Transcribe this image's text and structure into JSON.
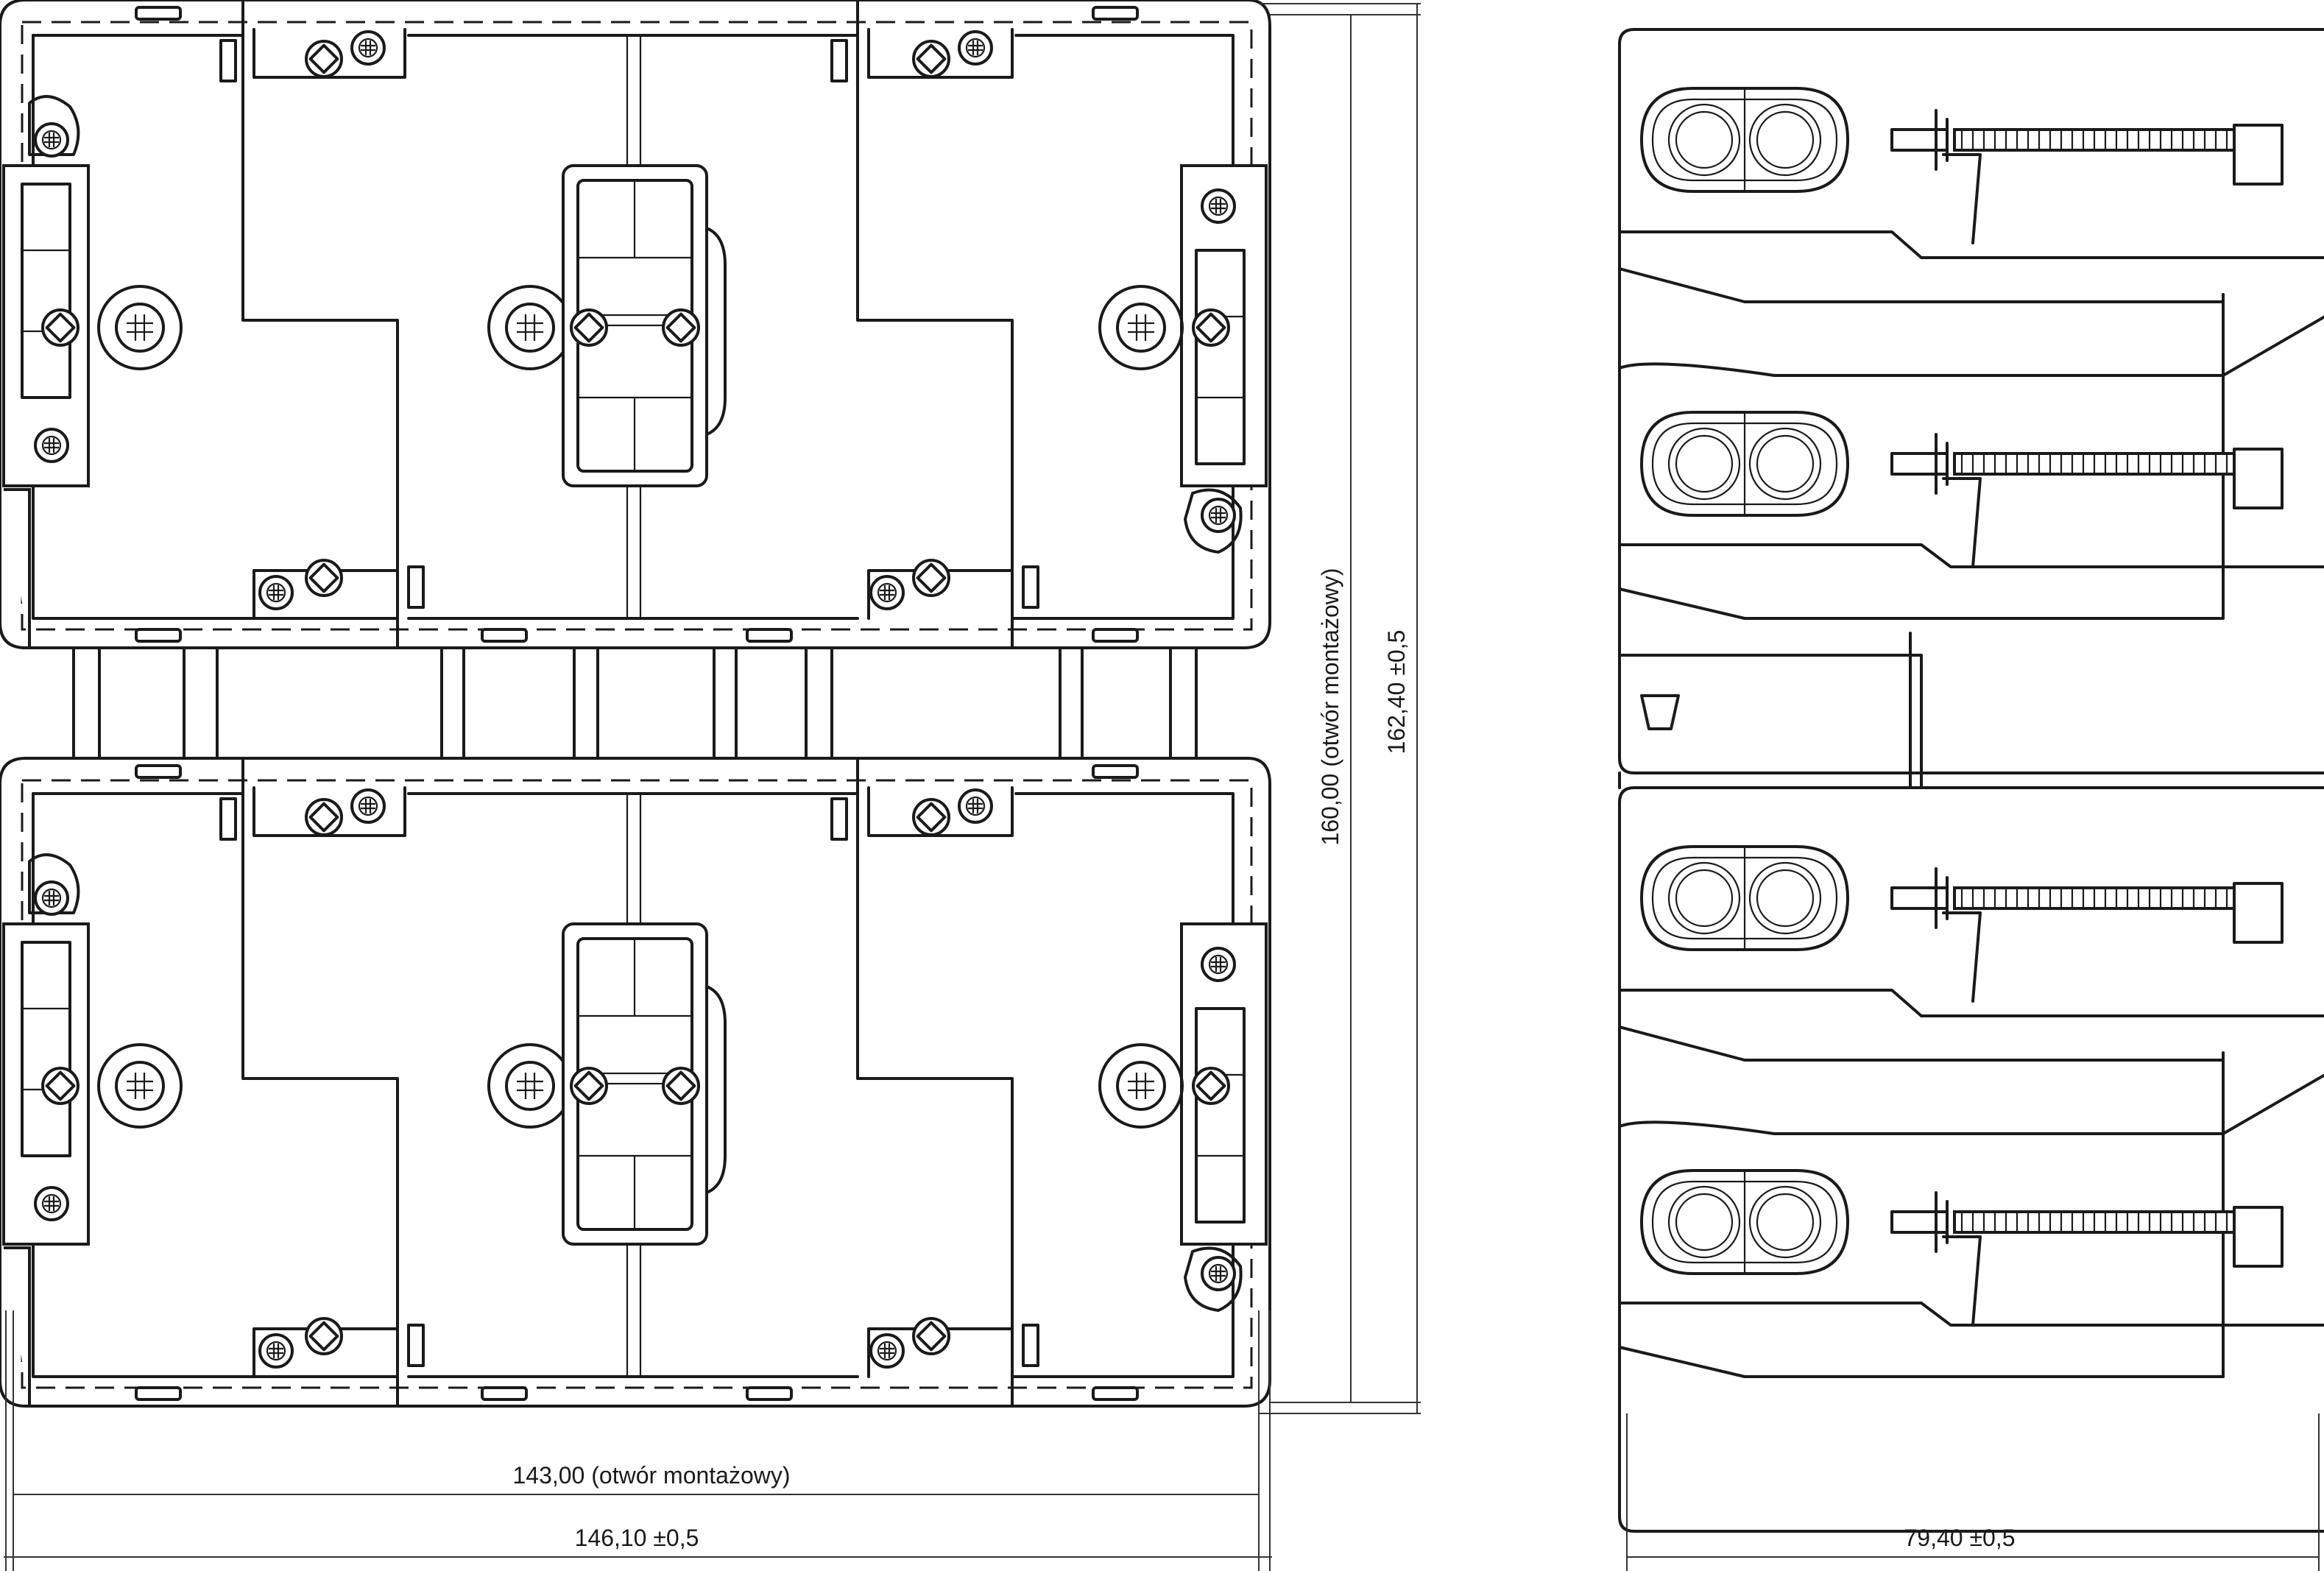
{
  "dimensions": {
    "opening_width": "143,00",
    "opening_width_note": "(otwór montażowy)",
    "overall_width": "146,10 ±0,5",
    "opening_height": "160,00",
    "opening_height_note": "(otwór montażowy)",
    "overall_height": "162,40 ±0,5",
    "depth": "79,40 ±0,5"
  }
}
